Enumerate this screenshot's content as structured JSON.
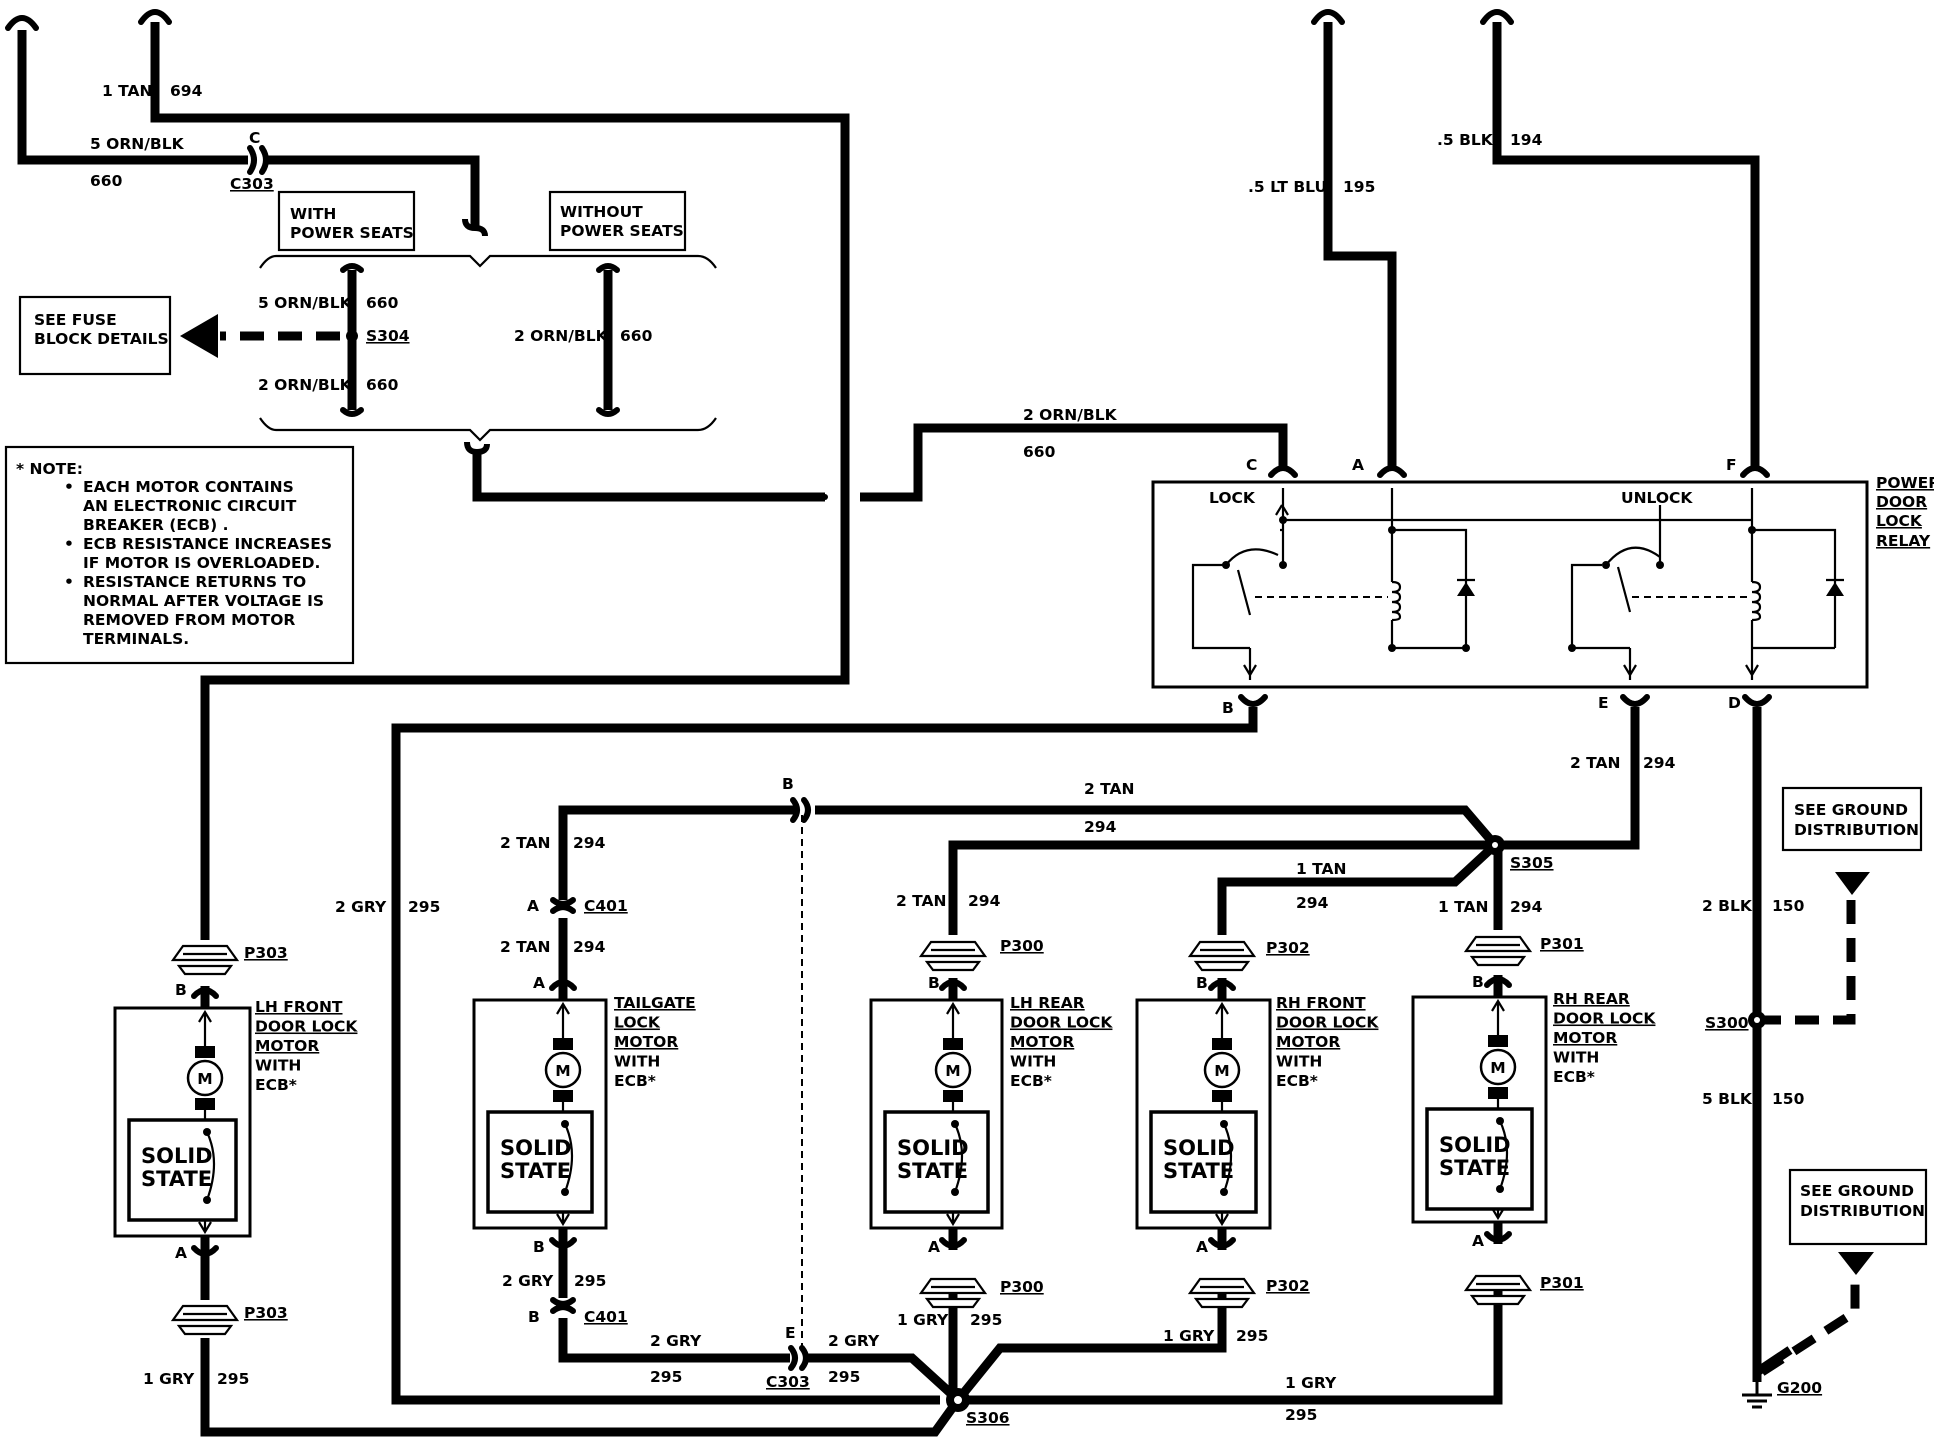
{
  "wires": {
    "tan694_gauge": "1 TAN",
    "tan694_circuit": "694",
    "orn_top_gauge": "5 ORN/BLK",
    "orn_top_circuit": "660",
    "c303_top_pin": "C",
    "c303_top_name": "C303",
    "with_seats": [
      "WITH",
      "POWER SEATS"
    ],
    "without_seats": [
      "WITHOUT",
      "POWER SEATS"
    ],
    "s304_up_gauge": "5 ORN/BLK",
    "s304_up_circuit": "660",
    "s304": "S304",
    "s304_down_gauge": "2 ORN/BLK",
    "s304_down_circuit": "660",
    "noseat_gauge": "2 ORN/BLK",
    "noseat_circuit": "660",
    "fuse_note": [
      "SEE FUSE",
      "BLOCK DETAILS"
    ],
    "relay_in_gauge": "2 ORN/BLK",
    "relay_in_circuit": "660",
    "ltblu_gauge": ".5 LT BLU",
    "ltblu_circuit": "195",
    "blk194_gauge": ".5 BLK",
    "blk194_circuit": "194",
    "tan294_relay_gauge": "2 TAN",
    "tan294_relay_circuit": "294",
    "tan294_top_gauge": "2 TAN",
    "tan294_top_circuit": "294",
    "c303_b_pin": "B",
    "s305": "S305",
    "tailgate_upper_gauge": "2 TAN",
    "tailgate_upper_circuit": "294",
    "c401_a_pin": "A",
    "c401_top": "C401",
    "tailgate_lower_gauge": "2 TAN",
    "tailgate_lower_circuit": "294",
    "lhrear_gauge": "2 TAN",
    "lhrear_circuit": "294",
    "rhfront_gauge": "1 TAN",
    "rhfront_circuit": "294",
    "rhrear_gauge": "1 TAN",
    "rhrear_circuit": "294",
    "gry_b_gauge": "2 GRY",
    "gry_b_circuit": "295",
    "lhfront_low_gauge": "1 GRY",
    "lhfront_low_circuit": "295",
    "tail_gry_gauge": "2 GRY",
    "tail_gry_circuit": "295",
    "c401_b_pin": "B",
    "c401_bot": "C401",
    "c303e_left_gauge": "2 GRY",
    "c303e_left_circuit": "295",
    "c303e_pin": "E",
    "c303e_name": "C303",
    "c303e_right_gauge": "2 GRY",
    "c303e_right_circuit": "295",
    "s306": "S306",
    "lhrear_low_gauge": "1 GRY",
    "lhrear_low_circuit": "295",
    "rhfront_low_gauge": "1 GRY",
    "rhfront_low_circuit": "295",
    "rhrear_low_gauge": "1 GRY",
    "rhrear_low_circuit": "295",
    "blk150_gauge": "2 BLK",
    "blk150_circuit": "150",
    "s300": "S300",
    "blk150b_gauge": "5 BLK",
    "blk150b_circuit": "150",
    "g200": "G200",
    "ground1": [
      "SEE GROUND",
      "DISTRIBUTION"
    ],
    "ground2": [
      "SEE GROUND",
      "DISTRIBUTION"
    ]
  },
  "note": {
    "heading": "* NOTE:",
    "lines": [
      "EACH MOTOR CONTAINS",
      "AN ELECTRONIC CIRCUIT",
      "BREAKER (ECB) .",
      "ECB RESISTANCE INCREASES",
      "IF MOTOR IS OVERLOADED.",
      "RESISTANCE RETURNS TO",
      "NORMAL AFTER VOLTAGE IS",
      "REMOVED FROM MOTOR",
      "TERMINALS."
    ],
    "bullet": "•"
  },
  "relay": {
    "title": [
      "POWER",
      "DOOR",
      "LOCK",
      "RELAY"
    ],
    "lock": "LOCK",
    "unlock": "UNLOCK",
    "pin_c": "C",
    "pin_a": "A",
    "pin_f": "F",
    "pin_b": "B",
    "pin_e": "E",
    "pin_d": "D"
  },
  "motors": [
    {
      "id": "lhfront",
      "label": [
        "LH FRONT",
        "DOOR LOCK",
        "MOTOR",
        "WITH",
        "ECB*"
      ],
      "connector": "P303",
      "pin_top": "B",
      "pin_bottom": "A",
      "state": [
        "SOLID",
        "STATE"
      ],
      "m": "M"
    },
    {
      "id": "tailgate",
      "label": [
        "TAILGATE",
        "LOCK",
        "MOTOR",
        "WITH",
        "ECB*"
      ],
      "connector": "",
      "pin_top": "A",
      "pin_bottom": "B",
      "state": [
        "SOLID",
        "STATE"
      ],
      "m": "M"
    },
    {
      "id": "lhrear",
      "label": [
        "LH REAR",
        "DOOR LOCK",
        "MOTOR",
        "WITH",
        "ECB*"
      ],
      "connector": "P300",
      "pin_top": "B",
      "pin_bottom": "A",
      "state": [
        "SOLID",
        "STATE"
      ],
      "m": "M"
    },
    {
      "id": "rhfront",
      "label": [
        "RH FRONT",
        "DOOR LOCK",
        "MOTOR",
        "WITH",
        "ECB*"
      ],
      "connector": "P302",
      "pin_top": "B",
      "pin_bottom": "A",
      "state": [
        "SOLID",
        "STATE"
      ],
      "m": "M"
    },
    {
      "id": "rhrear",
      "label": [
        "RH REAR",
        "DOOR LOCK",
        "MOTOR",
        "WITH",
        "ECB*"
      ],
      "connector": "P301",
      "pin_top": "B",
      "pin_bottom": "A",
      "state": [
        "SOLID",
        "STATE"
      ],
      "m": "M"
    }
  ]
}
